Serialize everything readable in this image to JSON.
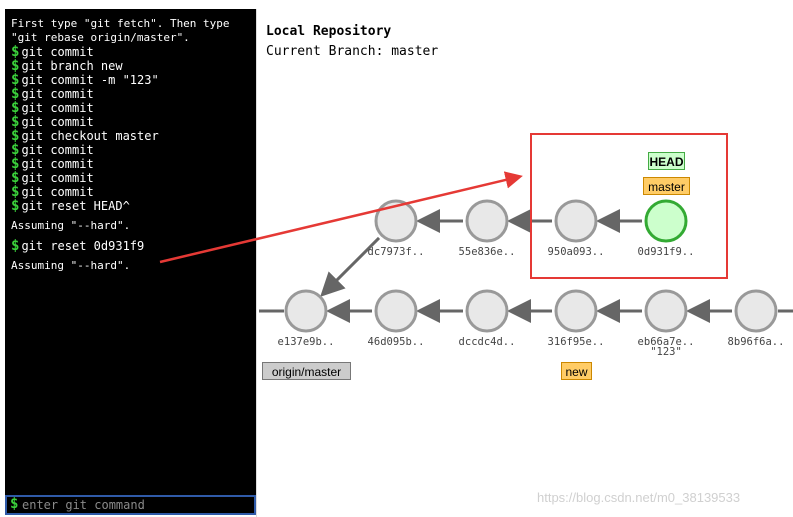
{
  "terminal": {
    "intro": "First type \"git fetch\". Then type \"git rebase origin/master\".",
    "prompt_symbol": "$",
    "lines": [
      {
        "type": "cmd",
        "text": "git commit"
      },
      {
        "type": "cmd",
        "text": "git branch new"
      },
      {
        "type": "cmd",
        "text": "git commit -m \"123\""
      },
      {
        "type": "cmd",
        "text": "git commit"
      },
      {
        "type": "cmd",
        "text": "git commit"
      },
      {
        "type": "cmd",
        "text": "git commit"
      },
      {
        "type": "cmd",
        "text": "git checkout master"
      },
      {
        "type": "cmd",
        "text": "git commit"
      },
      {
        "type": "cmd",
        "text": "git commit"
      },
      {
        "type": "cmd",
        "text": "git commit"
      },
      {
        "type": "cmd",
        "text": "git commit"
      },
      {
        "type": "cmd",
        "text": "git reset HEAD^"
      },
      {
        "type": "out",
        "text": "Assuming \"--hard\"."
      },
      {
        "type": "cmd",
        "text": "git reset 0d931f9"
      },
      {
        "type": "out",
        "text": "Assuming \"--hard\"."
      }
    ],
    "input_placeholder": "enter git command"
  },
  "repo": {
    "title": "Local Repository",
    "branch_line": "Current Branch: master"
  },
  "graph": {
    "top_row": [
      {
        "id": "dc7973f",
        "label": "dc7973f.."
      },
      {
        "id": "55e836e",
        "label": "55e836e.."
      },
      {
        "id": "950a093",
        "label": "950a093.."
      },
      {
        "id": "0d931f9",
        "label": "0d931f9..",
        "head": true
      }
    ],
    "bottom_row": [
      {
        "id": "e137e9b",
        "label": "e137e9b.."
      },
      {
        "id": "46d095b",
        "label": "46d095b.."
      },
      {
        "id": "dccdc4d",
        "label": "dccdc4d.."
      },
      {
        "id": "316f95e",
        "label": "316f95e.."
      },
      {
        "id": "eb66a7e",
        "label": "eb66a7e..",
        "message": "\"123\""
      },
      {
        "id": "8b96f6a",
        "label": "8b96f6a.."
      }
    ],
    "colors": {
      "node_fill": "#e8e8e8",
      "node_stroke": "#999999",
      "head_fill": "#ccffcc",
      "head_stroke": "#33aa33",
      "arrow": "#666666",
      "highlight": "#e53935"
    }
  },
  "tags": {
    "head": "HEAD",
    "master": "master",
    "new": "new",
    "origin": "origin/master"
  },
  "watermark": "https://blog.csdn.net/m0_38139533"
}
